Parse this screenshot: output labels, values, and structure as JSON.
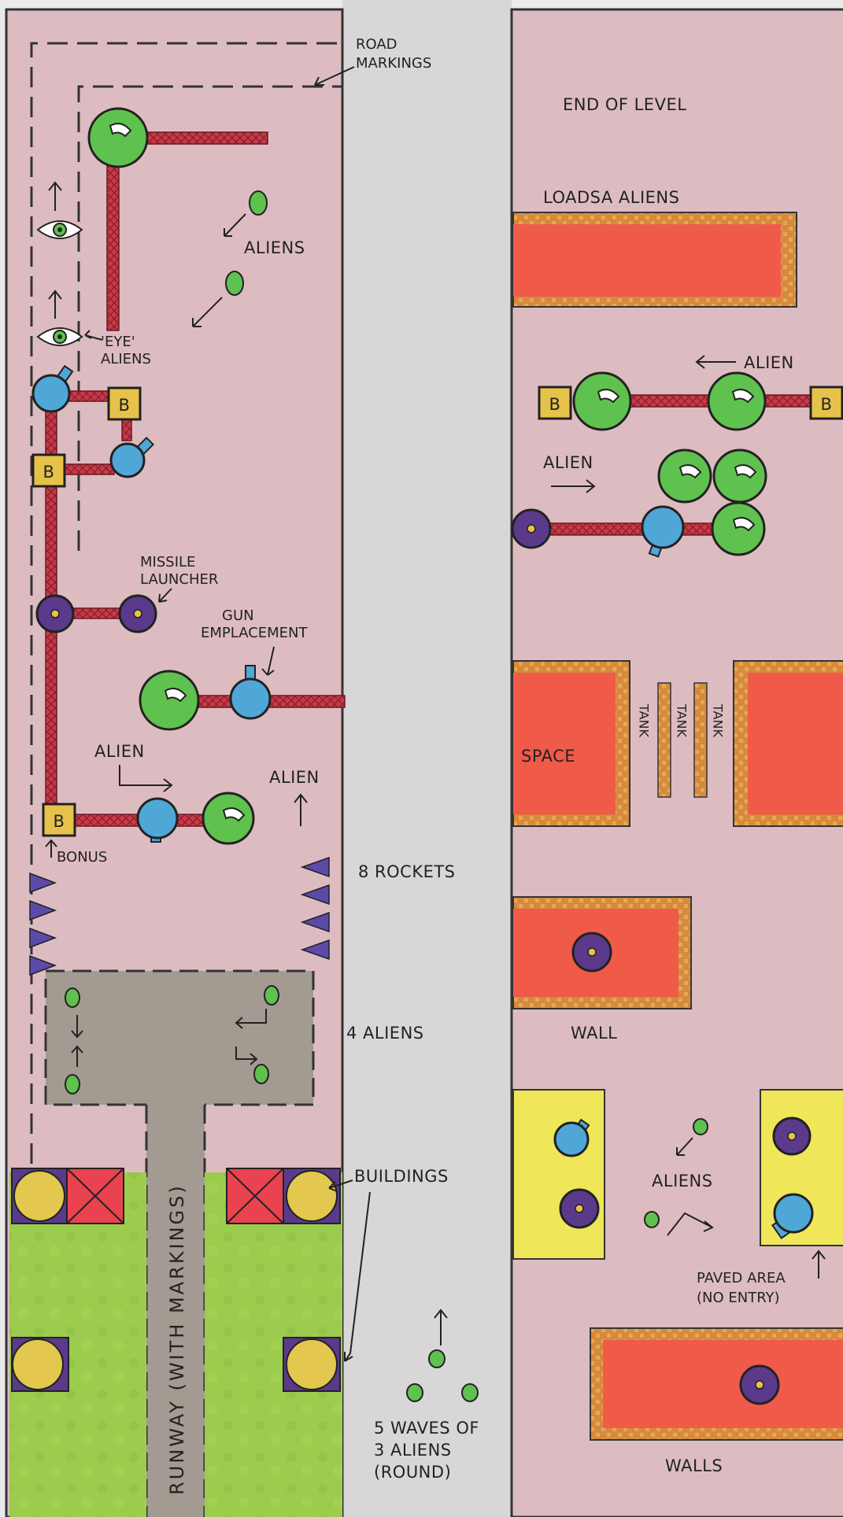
{
  "labels": {
    "road_markings": [
      "ROAD",
      "MARKINGS"
    ],
    "aliens_top": "ALIENS",
    "eye_aliens": [
      "'EYE'",
      "ALIENS"
    ],
    "missile_launcher": [
      "MISSILE",
      "LAUNCHER"
    ],
    "gun_emplacement": [
      "GUN",
      "EMPLACEMENT"
    ],
    "alien_left": "ALIEN",
    "alien_right": "ALIEN",
    "bonus": "BONUS",
    "rockets": "8 ROCKETS",
    "four_aliens": "4 ALIENS",
    "buildings": "BUILDINGS",
    "runway": "RUNWAY (WITH MARKINGS)",
    "waves": [
      "5 WAVES OF",
      "3 ALIENS",
      "(ROUND)"
    ],
    "end_of_level": "END OF LEVEL",
    "loadsa_aliens": "LOADSA ALIENS",
    "alien_arrow_left": "ALIEN",
    "alien_arrow_right": "ALIEN",
    "space": "SPACE",
    "tank": "TANK",
    "wall": "WALL",
    "aliens_right": "ALIENS",
    "paved_area": [
      "PAVED AREA",
      "(NO ENTRY)"
    ],
    "walls": "WALLS",
    "bonus_block": "B"
  },
  "colors": {
    "ground": "#dcbcc1",
    "strip": "#c6acb3",
    "road": "#c73a48",
    "green_turret": "#5fc14e",
    "blue_turret": "#4fa7d8",
    "purple_launcher": "#5b3a8c",
    "bonus": "#e7c24a",
    "wall_fill": "#ef5a49",
    "wall_brick": "#d68a3c",
    "paved": "#efe65a",
    "grass": "#9ccc4d",
    "runway": "#a39a91"
  }
}
